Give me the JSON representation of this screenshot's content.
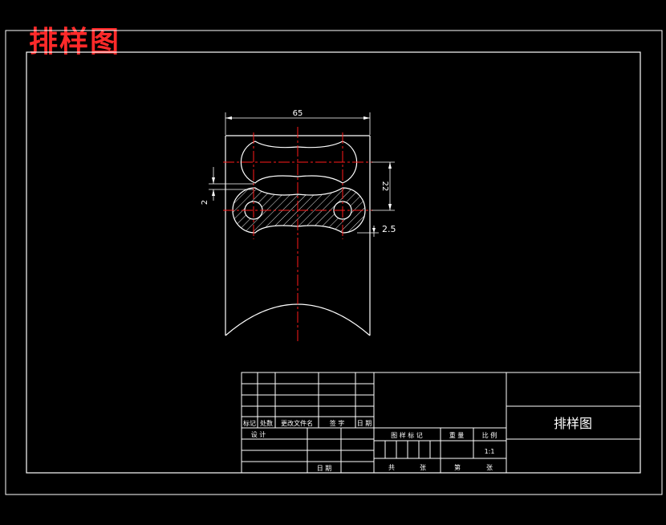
{
  "drawing_title": "排样图",
  "dimensions": {
    "width_label": "65",
    "pitch_label": "22",
    "gap_label": "2",
    "edge_label": "2.5"
  },
  "title_block": {
    "part_name": "排样图",
    "rev_headers": {
      "mark": "标记",
      "count": "处数",
      "doc_no": "更改文件名",
      "sign": "签 字",
      "date": "日 期"
    },
    "design_label": "设 计",
    "date_label": "日 期",
    "stage_label": "图 样 标 记",
    "mass_label": "重 量",
    "scale_label": "比 例",
    "scale_value": "1:1",
    "total_label": "共",
    "sheet_label": "张",
    "page_label": "第",
    "page_suffix": "张"
  },
  "colors": {
    "background": "#000000",
    "line": "#ffffff",
    "centerline": "#ff1a1a",
    "title_red": "#ff2a2a"
  }
}
